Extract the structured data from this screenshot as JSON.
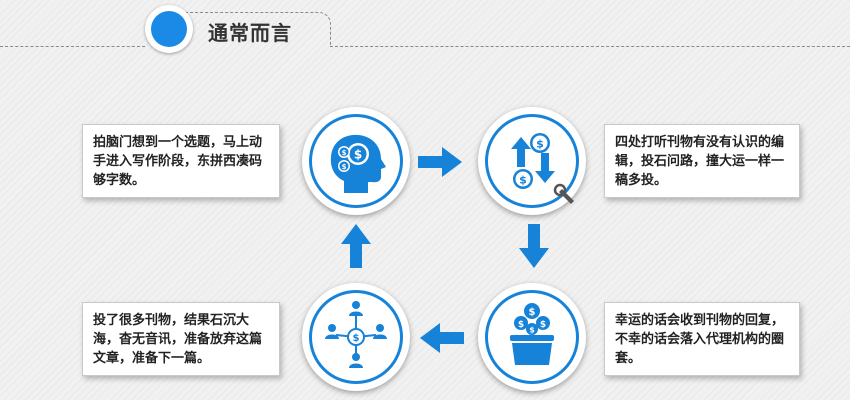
{
  "header": {
    "title": "通常而言",
    "accent_color": "#1a8ae6"
  },
  "steps": [
    {
      "icon": "head-dollar-icon",
      "text": "拍脑门想到一个选题，马上动手进入写作阶段，东拼西凑码够字数。"
    },
    {
      "icon": "updown-dollar-icon",
      "text": "四处打听刊物有没有认识的编辑，投石问路，撞大运一样一稿多投。"
    },
    {
      "icon": "money-box-icon",
      "text": "幸运的话会收到刊物的回复，不幸的话会落入代理机构的圈套。"
    },
    {
      "icon": "network-dollar-icon",
      "text": "投了很多刊物，结果石沉大海，杳无音讯，准备放弃这篇文章，准备下一篇。"
    }
  ],
  "colors": {
    "primary_blue": "#1682d8",
    "text": "#222222"
  }
}
